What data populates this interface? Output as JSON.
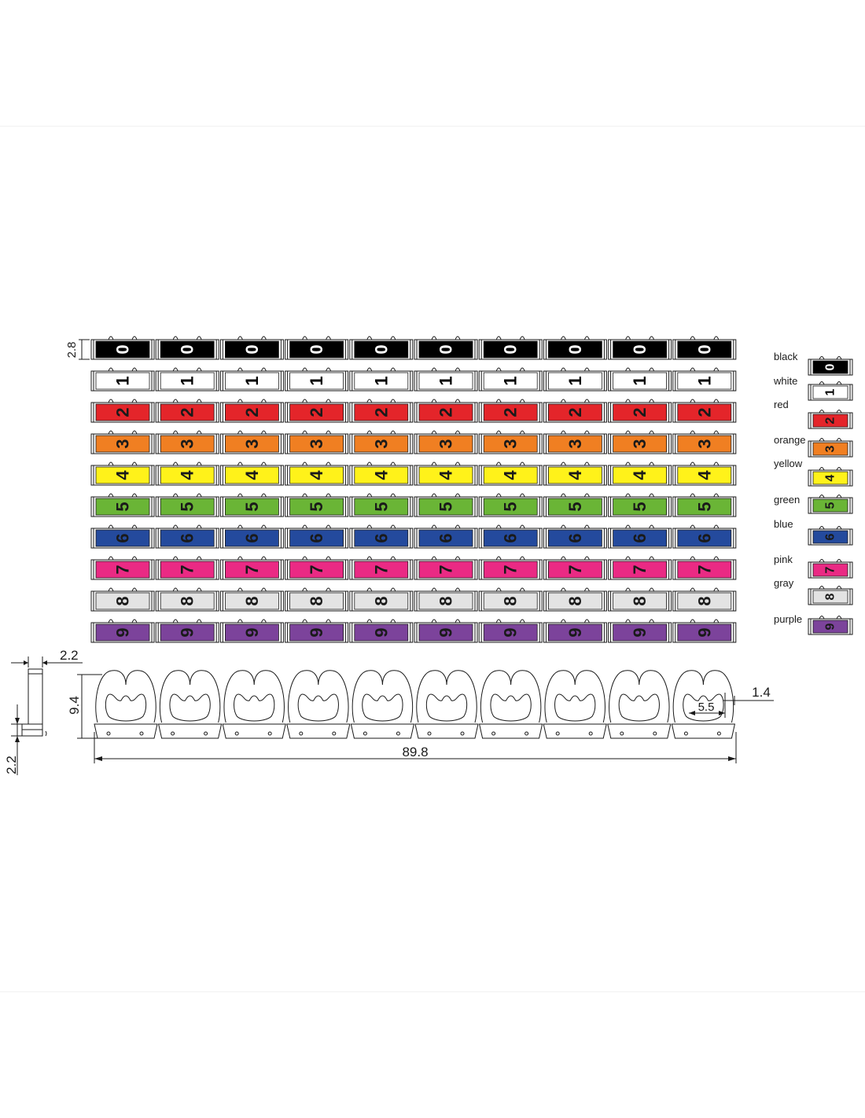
{
  "digits": [
    "0",
    "1",
    "2",
    "3",
    "4",
    "5",
    "6",
    "7",
    "8",
    "9"
  ],
  "markers_per_strip": 10,
  "colors": [
    {
      "name": "black",
      "fill": "#000000",
      "text": "#ffffff"
    },
    {
      "name": "white",
      "fill": "#ffffff",
      "text": "#000000"
    },
    {
      "name": "red",
      "fill": "#e4252a",
      "text": "#1a1a1a"
    },
    {
      "name": "orange",
      "fill": "#f07f22",
      "text": "#1a1a1a"
    },
    {
      "name": "yellow",
      "fill": "#fff21a",
      "text": "#1a1a1a"
    },
    {
      "name": "green",
      "fill": "#6ab536",
      "text": "#1a1a1a"
    },
    {
      "name": "blue",
      "fill": "#244a9d",
      "text": "#1a1a1a"
    },
    {
      "name": "pink",
      "fill": "#ea2a84",
      "text": "#1a1a1a"
    },
    {
      "name": "gray",
      "fill": "#e3e3e3",
      "text": "#1a1a1a"
    },
    {
      "name": "purple",
      "fill": "#7c439b",
      "text": "#1a1a1a"
    }
  ],
  "dimensions": {
    "marker_height": "2.8",
    "side_thickness": "2.2",
    "side_base": "2.2",
    "clip_height": "9.4",
    "total_length": "89.8",
    "clip_opening": "5.5",
    "clip_wall": "1.4"
  },
  "line_color": "#1a1a1a"
}
